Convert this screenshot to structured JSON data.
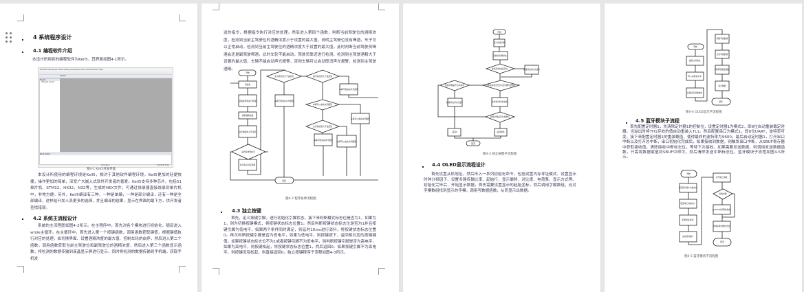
{
  "page1": {
    "chapter_title": "4 系统程序设计",
    "s41_title": "4.1 编程软件介绍",
    "s41_intro": "本设计所用到的编程软件为Keil5，其界面如图4-1所示。",
    "keil": {
      "menu": "File  Edit  View  Project  Flash  Debug  Peripherals  Tools  SVCS  Window  Help",
      "target": "Target 1",
      "project_pane": "Project",
      "project_item": "(Project) project",
      "build_output": "Build Output",
      "status": "Simulation",
      "status_right": "CAP NUM SCRL"
    },
    "fig41_caption": "图4-1 Keil5开发界面",
    "s41_para": "本设计所使用的编程环境是Keil5，相对于其他软件编程环境，Keil5更加的轻便快捷，操作更加的简单，深受广大嵌入式软件开发者的喜爱。Keil5支持多种芯片，包括51单片机、STM32、HK32、N32等，生成的HEX文件，可通过烧录器直接烧录到单片机中，非常方便。另外，Keil5编译有三种，一种是单编，一种是部分编译，还有一种是全部编译，这样给开发人员更多的选择，并且编译的结果，显示在界面的最下方，供开发者查找错误。",
    "s42_title": "4.2 系统主流程设计",
    "s42_para": "系统的主流程图如图4-2所示。在主程序中，首先对各个模块进行初始化，随后进入while主循环。在主循环中，首先进入第一个按键函数，调用函数获取键值，根据键值执行对应的处理，如切换界面、设置酒精浓度的最大值、控制车轮的启停，然后进入第二个函数，调用函数获取当前主驾驶位和副驾驶位的酒精浓度，然后进入第三个函数显示函数，将检测的数据传输到液晶显示屏进行显示，同时将检测的数据传输到手机端，获取手机发"
  },
  "page2": {
    "cont_para": "送的指令，根据指令执行对应的处理。然后进入第四个函数，判断当前驾驶位的酒精浓度，检测到当前主驾驶位的酒精浓度小于设置的最大值，说明主驾驶位没有喝酒，车子可以正常启动，检测到当前主驾驶位的酒精浓度大于设置的最大值，此时判断当前驾驶员喝酒会还是副驾驶喝酒，此时车轮不能启动，驾驶员靠近进行检测，检测到主驾驶酒精大于设置的最大值，车辆不能启动声光报警，否则车辆可以启动取消声光报警，检测到主驾驶酒精。",
    "flow": [
      "开始",
      "初始化",
      "获取按键值执行处理",
      "获取酒精浓度",
      "显示数据并上传手机",
      "是否接收到指令",
      "执行指令对应处理",
      "主驾驶浓度大于设定值",
      "副驾驶浓度大于设定值",
      "车辆不能启动声光报警",
      "车辆不能启动声光报警",
      "车辆可以启动关闭报警",
      "主驾驶浓度大于设定值",
      "车辆不能启动声光报警",
      "车辆可以启动关闭报警",
      "返回"
    ],
    "fig42_caption": "图4-2 程序总体流程图",
    "s43_title": "4.3 独立按键",
    "s43_para": "首先，定义按键引脚，进行初始化引脚状态。接下来判断模式标志位是否为1，如果为1，则为切换按键模式，将按键状态标志位置1。然后判断按键状态标志位是否为1并且按键引脚为低电平，如果两个条件同时满足，则延时10ms进行消抖，将按键状态标志位置0。再次判断按键引脚是否为低电平，如果为低电平，则按键按下，返回相对应的按键键值。如果按键状态标志位不为1或者按键引脚不为低电平，则判断按键引脚是否为高电平，如果为高电平，则按键松起，将按键状态标志位置1，然后返回0。如果按键引脚不为高电平，则按键没有松起，则直接返回0。独立按键程序子流程如图4-3所示。"
  },
  "page3": {
    "flow": [
      "开始",
      "定义按键引脚",
      "初始化引脚状态",
      "模式标志位是否为1",
      "按键状态标志位置1",
      "按键状态标志位为1且引脚为低电平",
      "按键引脚是否为高电平",
      "按键状态标志位置1",
      "延时消抖标志位置0",
      "按键引脚是否为低电平",
      "返回0",
      "返回键值",
      "结束"
    ],
    "fig43_caption": "图4-3 独立按键子流程图",
    "s44_title": "4.4 OLED显示流程设计",
    "s44_para": "首先设置从机地址，然后传入一系列初始化命令，包括设置内存寻址模式、设置显示时钟分频因子、设置多路传输比率、起始行、显示偏移、对比度、电荷泵、显示方式等。初始化完毕后，开始显示数据，首先需要设置显示的起始坐标，然后调用字模数组，比对字模数组找到显示的字模，调用写数据函数，从而显示出数据。"
  },
  "page4": {
    "flow1": [
      "开始",
      "设置从机地址",
      "传入初始化命令",
      "设置显示起始坐标",
      "调用字模数组",
      "比对字模数组",
      "调用写数据函数",
      "显示数据",
      "结束"
    ],
    "fig44_caption": "图4-4 OLED显示子流程图",
    "s45_title": "4.5 蓝牙模块子流程",
    "s45_para": "首先配置定时器1，先清除定时器1的控制位，设置定时器1为模式2，即8位自动重装载定时器，当溢出时将TH1存放的值自动重装入TL1。然后配置串口为模式1，即8位UART，波特率可变。接下来配置定时器1的重装载值，使得最终的波特率为9600。最后启动定时器1，打开串口中断以及打开总中断，串口初始化完成后，如果接收到数据，则触发串口中断，从SBUF寄存器中获取接收值，清除接收中断标志位，等待下次接收。如果需要发送数据，则调用发送数据函数，只需将数据赋值到SBUF中即可，然后清除发送中断标志位，蓝牙模块子流程如图4-5所示。",
    "flow2": [
      "开始",
      "配置定时器1为模式2",
      "配置串口为模式1",
      "配置重装载值",
      "启动定时器1",
      "打开串口中断",
      "接收中断",
      "从SBUF中获取接收值",
      "清除接收中断标志位",
      "结束"
    ],
    "fig45_caption": "图4-5 蓝牙模块子流程图"
  },
  "colors": {
    "background": "#e6e6e6",
    "page": "#ffffff",
    "keil_editor": "#ababab"
  }
}
